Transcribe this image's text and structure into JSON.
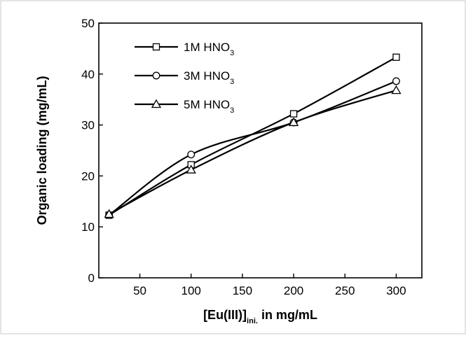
{
  "chart_data": {
    "type": "line",
    "title": "",
    "xlabel": {
      "main": "[Eu(III)]",
      "sub": "ini.",
      "suffix": " in mg/mL"
    },
    "ylabel": "Organic loading (mg/mL)",
    "xlim": [
      10,
      325
    ],
    "ylim": [
      0,
      50
    ],
    "xticks": [
      50,
      100,
      150,
      200,
      250,
      300
    ],
    "yticks": [
      0,
      10,
      20,
      30,
      40,
      50
    ],
    "grid": false,
    "legend_position": "top-left",
    "series": [
      {
        "name": {
          "main": "1M HNO",
          "sub": "3"
        },
        "marker": "square",
        "x": [
          20,
          100,
          200,
          300
        ],
        "y": [
          12.3,
          22.2,
          32.2,
          43.3
        ]
      },
      {
        "name": {
          "main": "3M HNO",
          "sub": "3"
        },
        "marker": "circle",
        "x": [
          20,
          100,
          200,
          300
        ],
        "y": [
          12.3,
          24.2,
          30.5,
          38.6
        ]
      },
      {
        "name": {
          "main": "5M HNO",
          "sub": "3"
        },
        "marker": "triangle",
        "x": [
          20,
          100,
          200,
          300
        ],
        "y": [
          12.5,
          21.2,
          30.5,
          36.8
        ]
      }
    ]
  }
}
